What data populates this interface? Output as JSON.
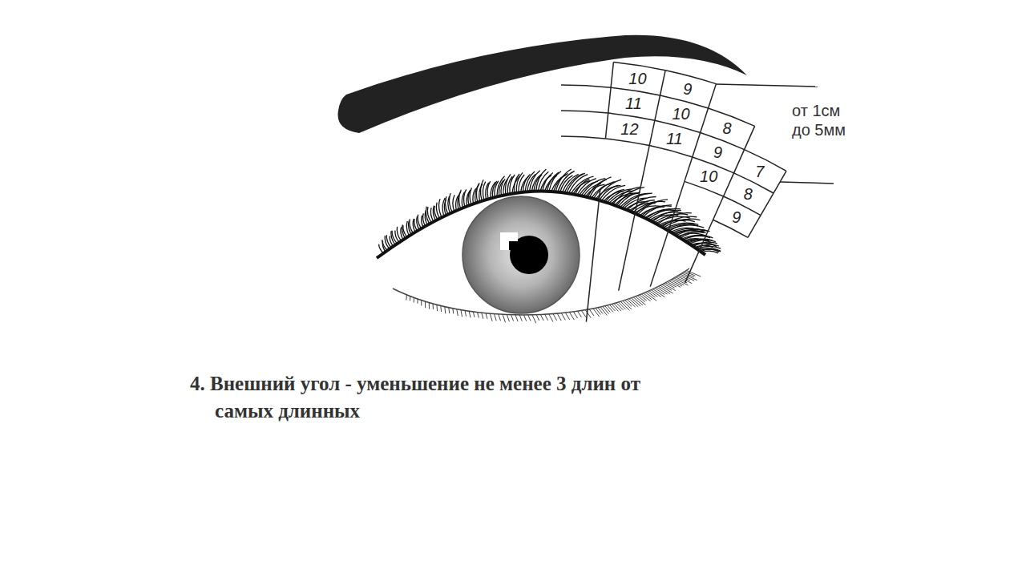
{
  "diagram": {
    "caption": "4. Внешний угол - уменьшение не менее 3 длин от самых длинных",
    "labels": [
      "10",
      "9",
      "11",
      "10",
      "8",
      "12",
      "11",
      "9",
      "7",
      "10",
      "8",
      "9",
      "от 1см до 5мм"
    ]
  }
}
